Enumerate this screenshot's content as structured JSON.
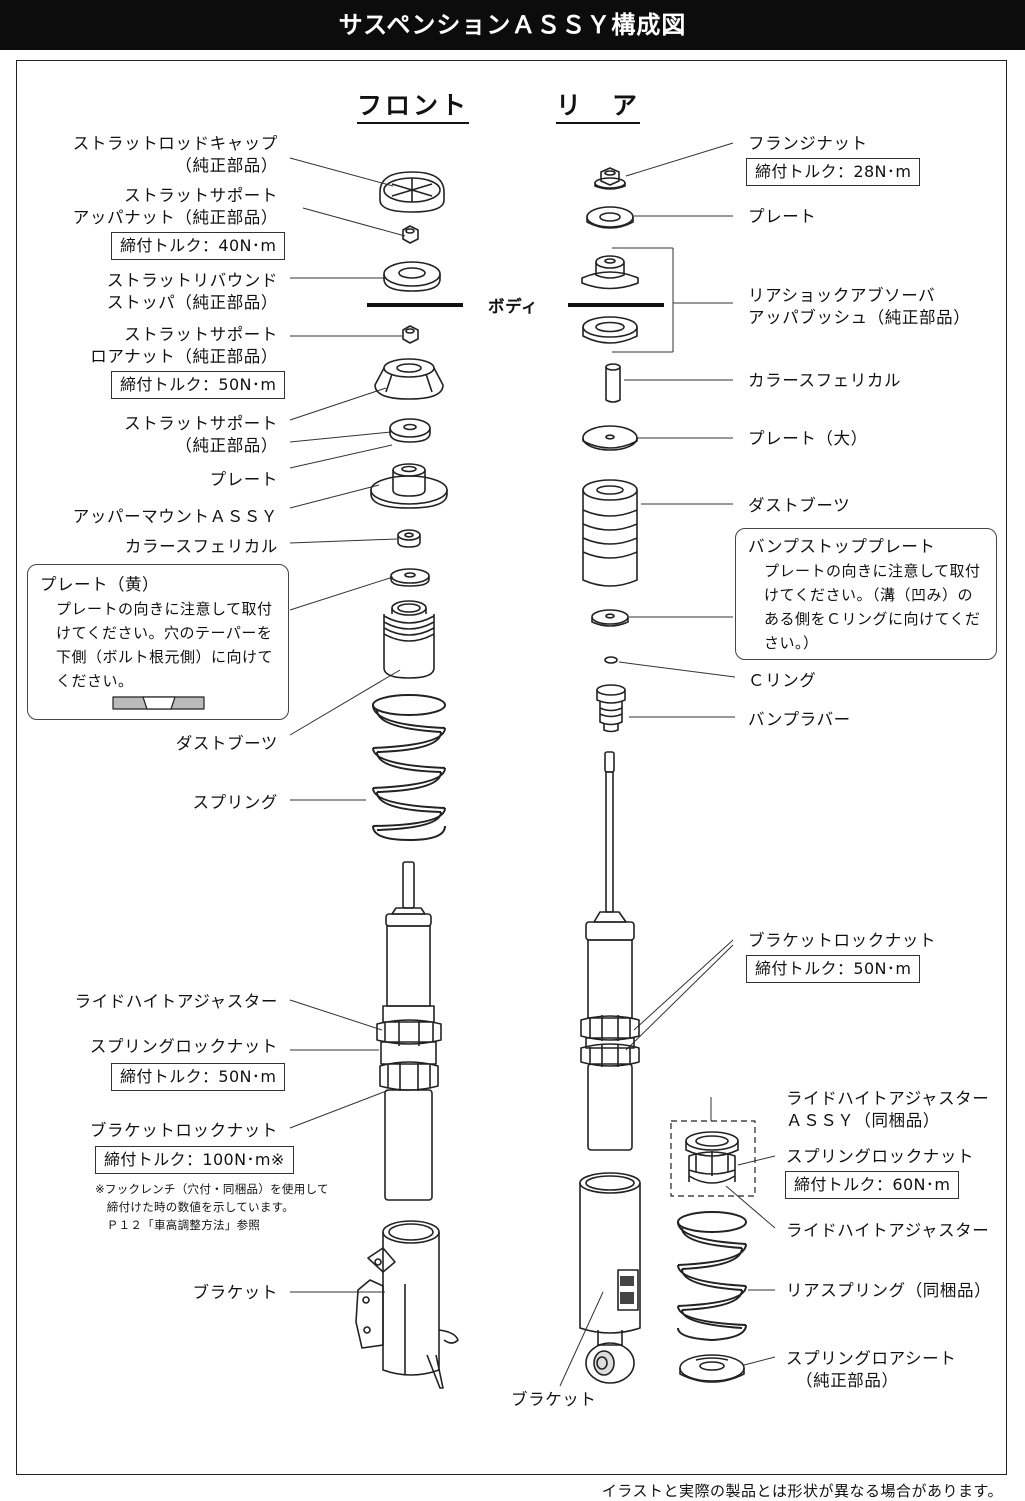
{
  "title": "サスペンションＡＳＳＹ構成図",
  "footer_note": "イラストと実際の製品とは形状が異なる場合があります。",
  "headings": {
    "front": "フロント",
    "rear": "リ　ア",
    "body": "ボディ"
  },
  "front": {
    "strut_rod_cap": {
      "line1": "ストラットロッドキャップ",
      "line2": "（純正部品）"
    },
    "upper_nut": {
      "line1": "ストラットサポート",
      "line2": "アッパナット（純正部品）",
      "torque": "締付トルク：40N･m"
    },
    "rebound_stopper": {
      "line1": "ストラットリバウンド",
      "line2": "ストッパ（純正部品）"
    },
    "lower_nut": {
      "line1": "ストラットサポート",
      "line2": "ロアナット（純正部品）",
      "torque": "締付トルク：50N･m"
    },
    "strut_support": {
      "line1": "ストラットサポート",
      "line2": "（純正部品）"
    },
    "plate": "プレート",
    "upper_mount": "アッパーマウントＡＳＳＹ",
    "collar": "カラースフェリカル",
    "plate_yellow": {
      "title": "プレート（黄）",
      "body": "プレートの向きに注意して取付\nけてください。穴のテーパーを\n下側（ボルト根元側）に向けて\nください。"
    },
    "dust_boot": "ダストブーツ",
    "spring": "スプリング",
    "ride_height": "ライドハイトアジャスター",
    "spring_lock": {
      "label": "スプリングロックナット",
      "torque": "締付トルク：50N･m"
    },
    "bracket_lock": {
      "label": "ブラケットロックナット",
      "torque": "締付トルク：100N･m※"
    },
    "hook_note": "※フックレンチ（穴付・同梱品）を使用して\n　締付けた時の数値を示しています。\n　Ｐ１２「車高調整方法」参照",
    "bracket": "ブラケット"
  },
  "rear": {
    "flange_nut": {
      "label": "フランジナット",
      "torque": "締付トルク：28N･m"
    },
    "plate": "プレート",
    "upper_bush": {
      "line1": "リアショックアブソーバ",
      "line2": "アッパブッシュ（純正部品）"
    },
    "collar": "カラースフェリカル",
    "plate_large": "プレート（大）",
    "dust_boot": "ダストブーツ",
    "bump_plate": {
      "title": "バンプストッププレート",
      "body": "プレートの向きに注意して取付\nけてください。（溝（凹み）の\nある側をＣリングに向けてくだ\nさい。）"
    },
    "c_ring": "Ｃリング",
    "bump_rubber": "バンプラバー",
    "bracket_lock": {
      "label": "ブラケットロックナット",
      "torque": "締付トルク：50N･m"
    },
    "ride_height_assy": {
      "line1": "ライドハイトアジャスター",
      "line2": "ＡＳＳＹ（同梱品）"
    },
    "spring_lock": {
      "label": "スプリングロックナット",
      "torque": "締付トルク：60N･m"
    },
    "ride_height": "ライドハイトアジャスター",
    "rear_spring": "リアスプリング（同梱品）",
    "spring_lower_seat": {
      "line1": "スプリングロアシート",
      "line2": "（純正部品）"
    },
    "bracket": "ブラケット"
  }
}
